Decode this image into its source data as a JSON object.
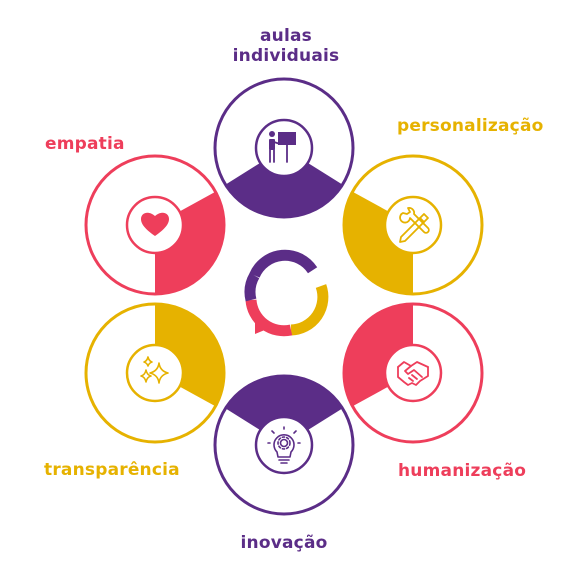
{
  "colors": {
    "purple": "#5b2d87",
    "yellow": "#e6b200",
    "red": "#ee3e5b"
  },
  "nodes": [
    {
      "id": "aulas-individuais",
      "line1": "aulas",
      "line2": "individuais",
      "color": "#5b2d87",
      "icon": "teacher-board-icon"
    },
    {
      "id": "personalizacao",
      "line1": "personalização",
      "color": "#e6b200",
      "icon": "tools-icon"
    },
    {
      "id": "humanizacao",
      "line1": "humanização",
      "color": "#ee3e5b",
      "icon": "handshake-icon"
    },
    {
      "id": "inovacao",
      "line1": "inovação",
      "color": "#5b2d87",
      "icon": "lightbulb-gear-icon"
    },
    {
      "id": "transparencia",
      "line1": "transparência",
      "color": "#e6b200",
      "icon": "sparkles-icon"
    },
    {
      "id": "empatia",
      "line1": "empatia",
      "color": "#ee3e5b",
      "icon": "heart-icon"
    }
  ],
  "center": {
    "icon": "chat-ring-icon"
  }
}
